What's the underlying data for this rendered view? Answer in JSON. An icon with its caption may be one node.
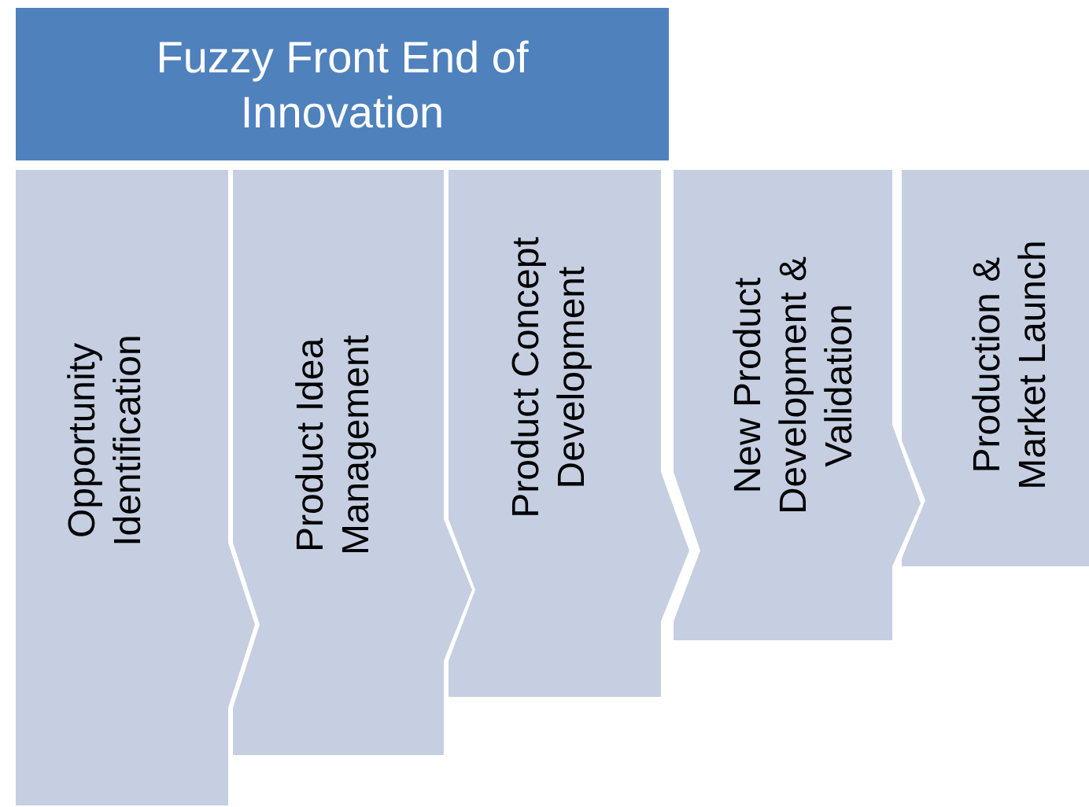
{
  "diagram": {
    "nodes": [
      {
        "text": [
          "Fuzzy Front End of Innovation"
        ]
      },
      {
        "text": [
          "Opportunity Identification"
        ]
      },
      {
        "text": [
          "Product Idea Management"
        ]
      },
      {
        "text": [
          "Product Concept Development"
        ]
      },
      {
        "text": [
          "New Product Development & Validation"
        ]
      },
      {
        "text": [
          "Production & Market Launch"
        ]
      }
    ]
  }
}
